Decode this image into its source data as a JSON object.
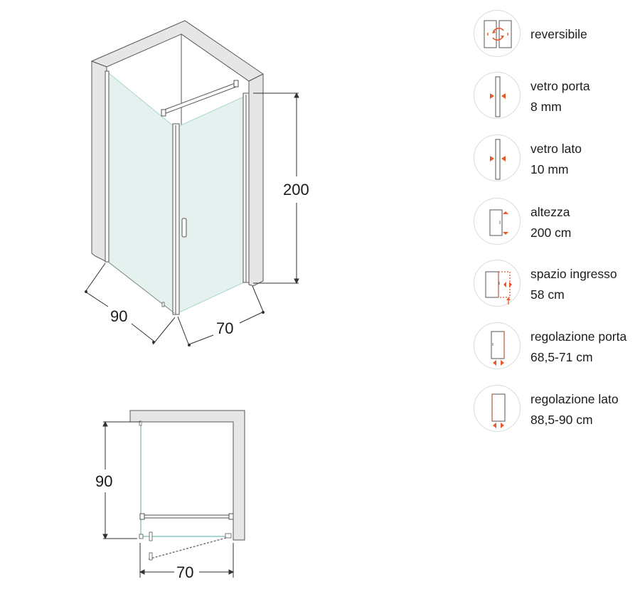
{
  "iso_view": {
    "dimensions": {
      "height": "200",
      "depth": "90",
      "width": "70"
    }
  },
  "plan_view": {
    "dimensions": {
      "depth": "90",
      "width": "70"
    }
  },
  "features": [
    {
      "icon": "reversible-icon",
      "label": "reversibile",
      "value": ""
    },
    {
      "icon": "door-glass-thickness-icon",
      "label": "vetro porta",
      "value": "8 mm"
    },
    {
      "icon": "side-glass-thickness-icon",
      "label": "vetro lato",
      "value": "10 mm"
    },
    {
      "icon": "height-icon",
      "label": "altezza",
      "value": "200 cm"
    },
    {
      "icon": "entry-space-icon",
      "label": "spazio ingresso",
      "value": "58 cm"
    },
    {
      "icon": "door-adjustment-icon",
      "label": "regolazione porta",
      "value": "68,5-71 cm"
    },
    {
      "icon": "side-adjustment-icon",
      "label": "regolazione lato",
      "value": "88,5-90 cm"
    }
  ],
  "colors": {
    "accent": "#e8582a",
    "wall": "#e6e6e6",
    "wall_stroke": "#555555",
    "glass": "#e4f1ef",
    "glass_edge": "#a9d6d0",
    "badge_border": "#dcdcdc"
  }
}
